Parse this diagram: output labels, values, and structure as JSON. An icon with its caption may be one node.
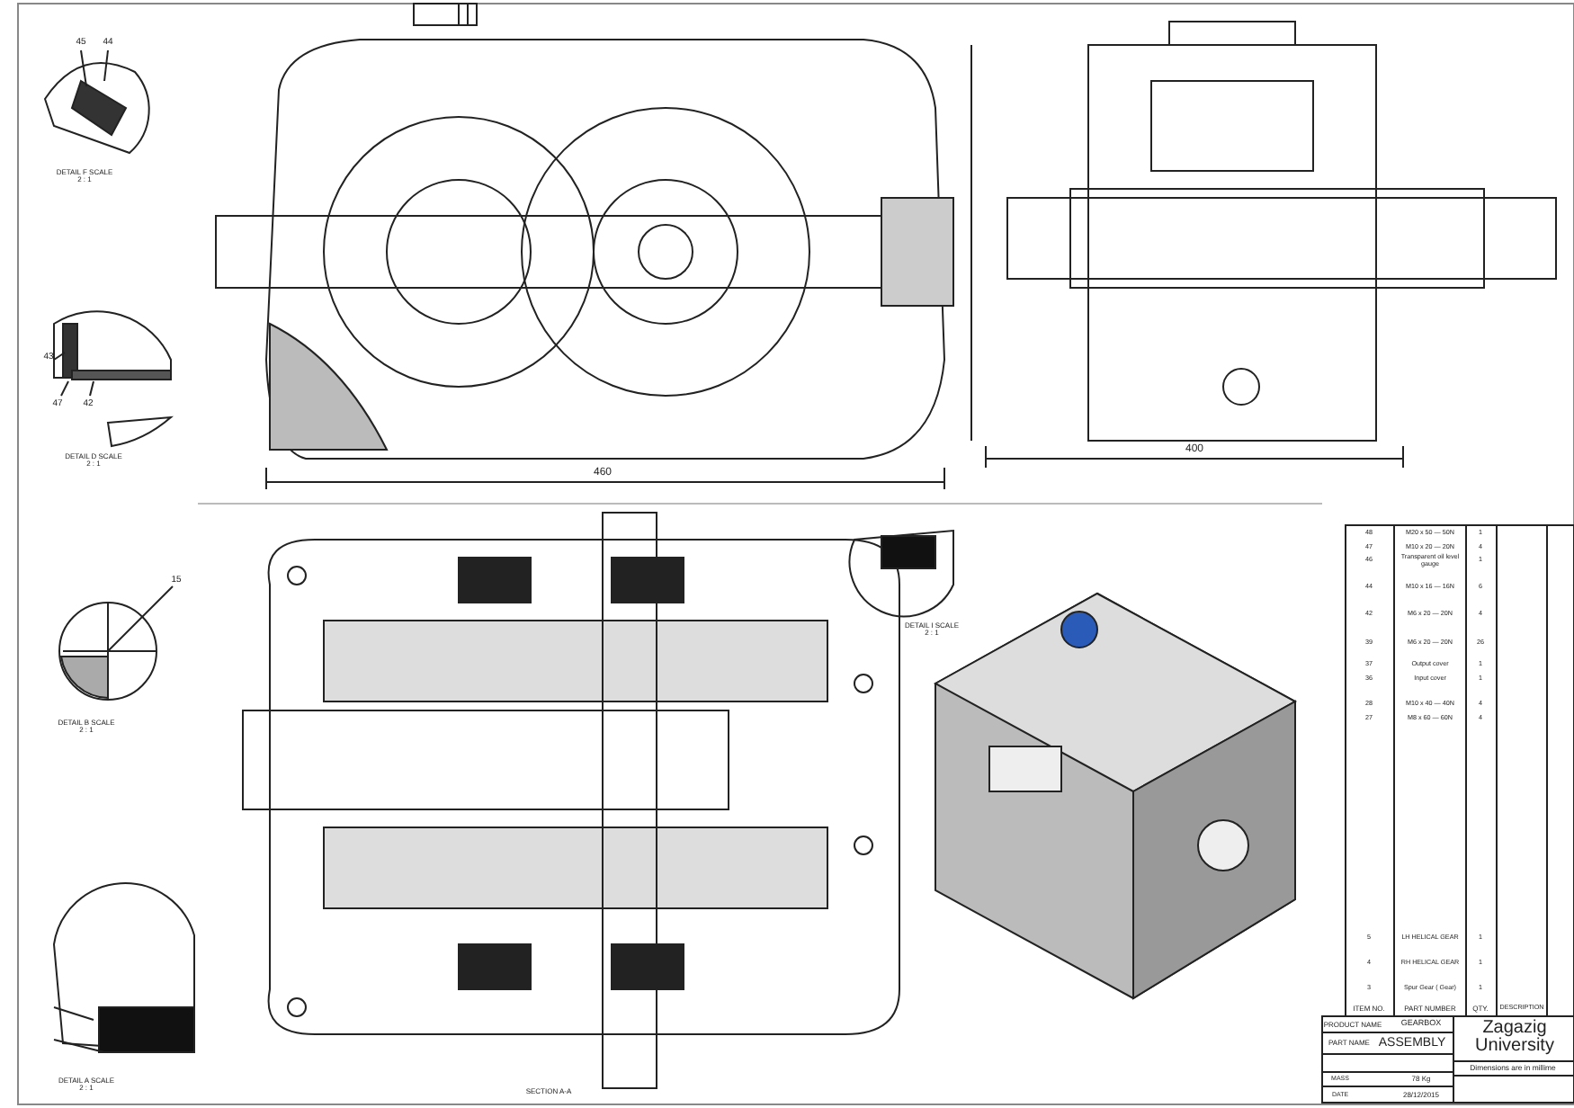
{
  "diagram": {
    "labels": [
      "45",
      "44",
      "DETAIL F SCALE 2 : 1",
      "43",
      "47",
      "42",
      "DETAIL D SCALE 2 : 1",
      "460",
      "400",
      "15",
      "DETAIL B SCALE 2 : 1",
      "DETAIL A SCALE 2 : 1",
      "DETAIL I SCALE 2 : 1",
      "SECTION A-A",
      "48",
      "M20 x 50 — 50N",
      "1",
      "47",
      "M10 x 20 — 20N",
      "4",
      "46",
      "Transparent oil level gauge",
      "1",
      "44",
      "M10 x 16 — 16N",
      "6",
      "42",
      "M6 x 20 — 20N",
      "4",
      "39",
      "M6 x 20 — 20N",
      "26",
      "37",
      "Output cover",
      "1",
      "36",
      "Input cover",
      "1",
      "28",
      "M10 x 40 — 40N",
      "4",
      "27",
      "M8 x 60 — 60N",
      "4",
      "5",
      "LH HELICAL GEAR",
      "1",
      "4",
      "RH HELICAL GEAR",
      "1",
      "3",
      "Spur Gear ( Gear)",
      "1",
      "ITEM NO.",
      "PART NUMBER",
      "QTY.",
      "DESCRIPTION",
      "PRODUCT NAME",
      "GEARBOX",
      "PART NAME",
      "ASSEMBLY",
      "MASS",
      "78 Kg",
      "DATE",
      "28/12/2015",
      "Zagazig University",
      "Dimensions are in millime"
    ]
  }
}
